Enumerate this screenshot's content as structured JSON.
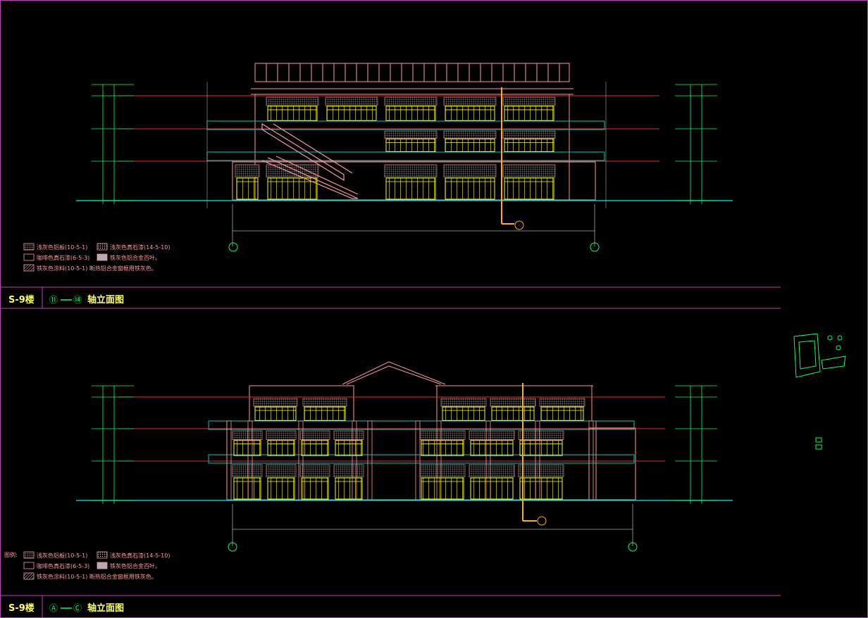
{
  "colors": {
    "frame": "#c040c0",
    "building": "#ff9999",
    "window": "#ffff00",
    "floorline": "#e03030",
    "dim": "#00ff66",
    "ground": "#00c8c8",
    "rail": "#00c8ff",
    "legend_text": "#ff9999",
    "title": "#ffff66",
    "axis": "#00ff66",
    "leader": "#ffb000"
  },
  "top_elevation": {
    "block_label": "S-9楼",
    "title": "轴立面图",
    "axis_start": "⑪",
    "axis_end": "⑭",
    "legend": [
      {
        "swatch": "grid",
        "text": "浅灰色铝板(10-5-1)"
      },
      {
        "swatch": "dots",
        "text": "浅灰色真石漆(14-5-10)"
      },
      {
        "swatch": "empty",
        "text": "咖啡色真石漆(6-5-3)"
      },
      {
        "swatch": "solid",
        "text": "铁灰色铝合金百叶。"
      },
      {
        "swatch": "hatch",
        "text": "铁灰色涂料(10-5-1) 断热铝合金窗框用铁灰色。"
      }
    ]
  },
  "bottom_elevation": {
    "block_label": "S-9楼",
    "title": "轴立面图",
    "axis_start": "Ⓐ",
    "axis_end": "Ⓒ",
    "legend_prefix": "图例:",
    "legend": [
      {
        "swatch": "grid",
        "text": "浅灰色铝板(10-5-1)"
      },
      {
        "swatch": "dots",
        "text": "浅灰色真石漆(14-5-10)"
      },
      {
        "swatch": "empty",
        "text": "咖啡色真石漆(6-5-3)"
      },
      {
        "swatch": "solid",
        "text": "铁灰色铝合金百叶。"
      },
      {
        "swatch": "hatch",
        "text": "铁灰色涂料(10-5-1) 断热铝合金窗框用铁灰色。"
      }
    ]
  }
}
